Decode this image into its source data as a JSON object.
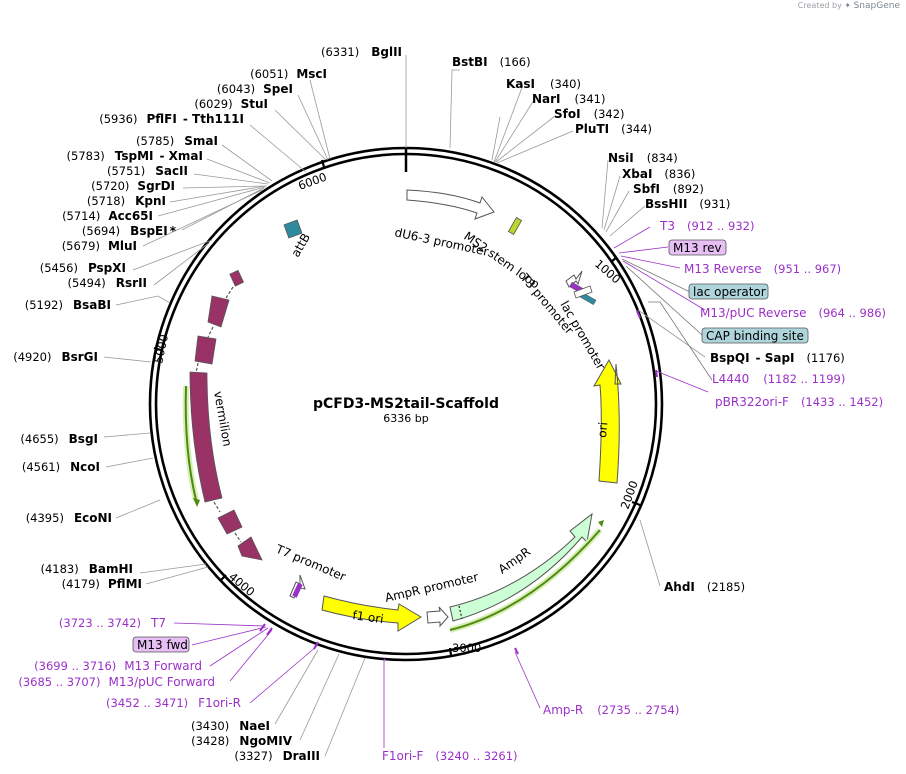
{
  "watermark": {
    "created_by": "Created by",
    "brand": "SnapGene"
  },
  "plasmid": {
    "name": "pCFD3-MS2tail-Scaffold",
    "length_label": "6336 bp",
    "length": 6336
  },
  "ticks": [
    {
      "pos": 1000,
      "label": "1000"
    },
    {
      "pos": 2000,
      "label": "2000"
    },
    {
      "pos": 3000,
      "label": "3000"
    },
    {
      "pos": 4000,
      "label": "4000"
    },
    {
      "pos": 5000,
      "label": "5000"
    },
    {
      "pos": 6000,
      "label": "6000"
    }
  ],
  "enzymes": [
    {
      "name": "BglII",
      "pos": "(6331)",
      "side": "L"
    },
    {
      "name": "BstBI",
      "pos": "(166)",
      "side": "R"
    },
    {
      "name": "KasI",
      "pos": "(340)",
      "side": "R"
    },
    {
      "name": "NarI",
      "pos": "(341)",
      "side": "R"
    },
    {
      "name": "SfoI",
      "pos": "(342)",
      "side": "R"
    },
    {
      "name": "PluTI",
      "pos": "(344)",
      "side": "R"
    },
    {
      "name": "NsiI",
      "pos": "(834)",
      "side": "R"
    },
    {
      "name": "XbaI",
      "pos": "(836)",
      "side": "R"
    },
    {
      "name": "SbfI",
      "pos": "(892)",
      "side": "R"
    },
    {
      "name": "BssHII",
      "pos": "(931)",
      "side": "R"
    },
    {
      "name": "BspQI",
      "name2": "SapI",
      "pos": "(1176)",
      "side": "R"
    },
    {
      "name": "AhdI",
      "pos": "(2185)",
      "side": "R"
    },
    {
      "name": "DraIII",
      "pos": "(3327)",
      "side": "L"
    },
    {
      "name": "NgoMIV",
      "pos": "(3428)",
      "side": "L"
    },
    {
      "name": "NaeI",
      "pos": "(3430)",
      "side": "L"
    },
    {
      "name": "PflMI",
      "pos": "(4179)",
      "side": "L"
    },
    {
      "name": "BamHI",
      "pos": "(4183)",
      "side": "L"
    },
    {
      "name": "EcoNI",
      "pos": "(4395)",
      "side": "L"
    },
    {
      "name": "NcoI",
      "pos": "(4561)",
      "side": "L"
    },
    {
      "name": "BsgI",
      "pos": "(4655)",
      "side": "L"
    },
    {
      "name": "BsrGI",
      "pos": "(4920)",
      "side": "L"
    },
    {
      "name": "BsaBI",
      "pos": "(5192)",
      "side": "L"
    },
    {
      "name": "PspXI",
      "pos": "(5456)",
      "side": "L"
    },
    {
      "name": "RsrII",
      "pos": "(5494)",
      "side": "L"
    },
    {
      "name": "MluI",
      "pos": "(5679)",
      "side": "L"
    },
    {
      "name": "BspEI",
      "star": "*",
      "pos": "(5694)",
      "side": "L"
    },
    {
      "name": "Acc65I",
      "pos": "(5714)",
      "side": "L"
    },
    {
      "name": "KpnI",
      "pos": "(5718)",
      "side": "L"
    },
    {
      "name": "SgrDI",
      "pos": "(5720)",
      "side": "L"
    },
    {
      "name": "SacII",
      "pos": "(5751)",
      "side": "L"
    },
    {
      "name": "TspMI",
      "name2": "XmaI",
      "pos": "(5783)",
      "side": "L"
    },
    {
      "name": "SmaI",
      "pos": "(5785)",
      "side": "L"
    },
    {
      "name": "PflFI",
      "name2": "Tth111I",
      "pos": "(5936)",
      "side": "L"
    },
    {
      "name": "StuI",
      "pos": "(6029)",
      "side": "L"
    },
    {
      "name": "SpeI",
      "pos": "(6043)",
      "side": "L"
    },
    {
      "name": "MscI",
      "pos": "(6051)",
      "side": "L"
    }
  ],
  "primers": [
    {
      "name": "T3",
      "pos": "(912 .. 932)"
    },
    {
      "name": "M13 rev",
      "boxed": true
    },
    {
      "name": "M13 Reverse",
      "pos": "(951 .. 967)"
    },
    {
      "name": "M13/pUC Reverse",
      "pos": "(964 .. 986)"
    },
    {
      "name": "L4440",
      "pos": "(1182 .. 1199)"
    },
    {
      "name": "pBR322ori-F",
      "pos": "(1433 .. 1452)"
    },
    {
      "name": "Amp-R",
      "pos": "(2735 .. 2754)"
    },
    {
      "name": "F1ori-F",
      "pos": "(3240 .. 3261)"
    },
    {
      "name": "F1ori-R",
      "pos": "(3452 .. 3471)"
    },
    {
      "name": "M13/pUC Forward",
      "pos": "(3685 .. 3707)"
    },
    {
      "name": "M13 Forward",
      "pos": "(3699 .. 3716)"
    },
    {
      "name": "M13 fwd",
      "boxed": true
    },
    {
      "name": "T7",
      "pos": "(3723 .. 3742)"
    }
  ],
  "boxed_features": [
    {
      "name": "lac operator"
    },
    {
      "name": "CAP binding site"
    }
  ],
  "features": [
    {
      "name": "dU6-3 promoter",
      "color": "#ffffff"
    },
    {
      "name": "MS2 stem loop",
      "color": "#b8d62e"
    },
    {
      "name": "T3 promoter",
      "color": "#ffffff"
    },
    {
      "name": "lac promoter",
      "color": "#ffffff"
    },
    {
      "name": "ori",
      "color": "#ffff00"
    },
    {
      "name": "AmpR",
      "color": "#ccffd5"
    },
    {
      "name": "AmpR promoter",
      "color": "#ffffff"
    },
    {
      "name": "f1 ori",
      "color": "#ffff00"
    },
    {
      "name": "T7 promoter",
      "color": "#ffffff"
    },
    {
      "name": "vermilion",
      "color": "#993366"
    },
    {
      "name": "attB",
      "color": "#2e8b9e"
    }
  ],
  "colors": {
    "primer": "#9b30c8",
    "primer_box": "#e7bff5",
    "feature_box": "#aed5dc",
    "orf_line": "#4f8a10"
  }
}
